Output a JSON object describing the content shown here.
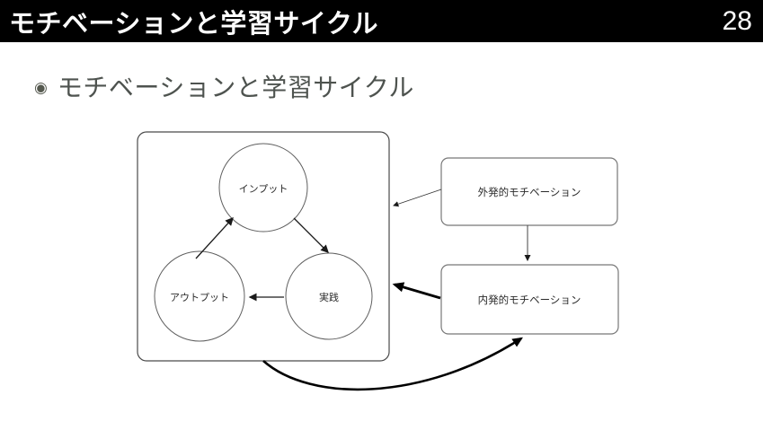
{
  "header": {
    "title": "モチベーションと学習サイクル",
    "page_number": "28",
    "bg_color": "#000000",
    "fg_color": "#ffffff"
  },
  "heading": {
    "bullet_icon": "◉",
    "text": "モチベーションと学習サイクル",
    "color": "#4e534f"
  },
  "diagram": {
    "cycle_nodes": [
      {
        "id": "input",
        "label": "インプット"
      },
      {
        "id": "output",
        "label": "アウトプット"
      },
      {
        "id": "practice",
        "label": "実践"
      }
    ],
    "motivation_boxes": [
      {
        "id": "extrinsic",
        "label": "外発的モチベーション"
      },
      {
        "id": "intrinsic",
        "label": "内発的モチベーション"
      }
    ],
    "stroke_color": "#1a1a1a",
    "border_color": "#5f5f5f"
  }
}
